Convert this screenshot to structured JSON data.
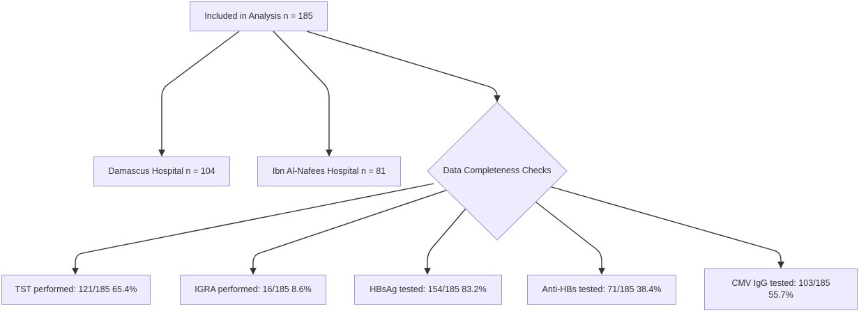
{
  "nodes": {
    "included": {
      "label": "Included in Analysis n = 185"
    },
    "damascus": {
      "label": "Damascus Hospital n = 104"
    },
    "ibn_al_nafees": {
      "label": "Ibn Al-Nafees Hospital n = 81"
    },
    "checks": {
      "label": "Data Completeness Checks"
    },
    "tst": {
      "label": "TST performed: 121/185 65.4%"
    },
    "igra": {
      "label": "IGRA performed: 16/185 8.6%"
    },
    "hbsag": {
      "label": "HBsAg tested: 154/185 83.2%"
    },
    "anti_hbs": {
      "label": "Anti-HBs tested: 71/185 38.4%"
    },
    "cmv": {
      "label_line1": "CMV IgG tested: 103/185",
      "label_line2": "55.7%"
    }
  },
  "edges": [
    {
      "from": "included",
      "to": "damascus"
    },
    {
      "from": "included",
      "to": "ibn_al_nafees"
    },
    {
      "from": "included",
      "to": "checks"
    },
    {
      "from": "checks",
      "to": "tst"
    },
    {
      "from": "checks",
      "to": "igra"
    },
    {
      "from": "checks",
      "to": "hbsag"
    },
    {
      "from": "checks",
      "to": "anti_hbs"
    },
    {
      "from": "checks",
      "to": "cmv"
    }
  ],
  "colors": {
    "node_fill": "#ececfe",
    "node_border": "#9b96e0",
    "edge": "#333333",
    "text": "#333333"
  }
}
